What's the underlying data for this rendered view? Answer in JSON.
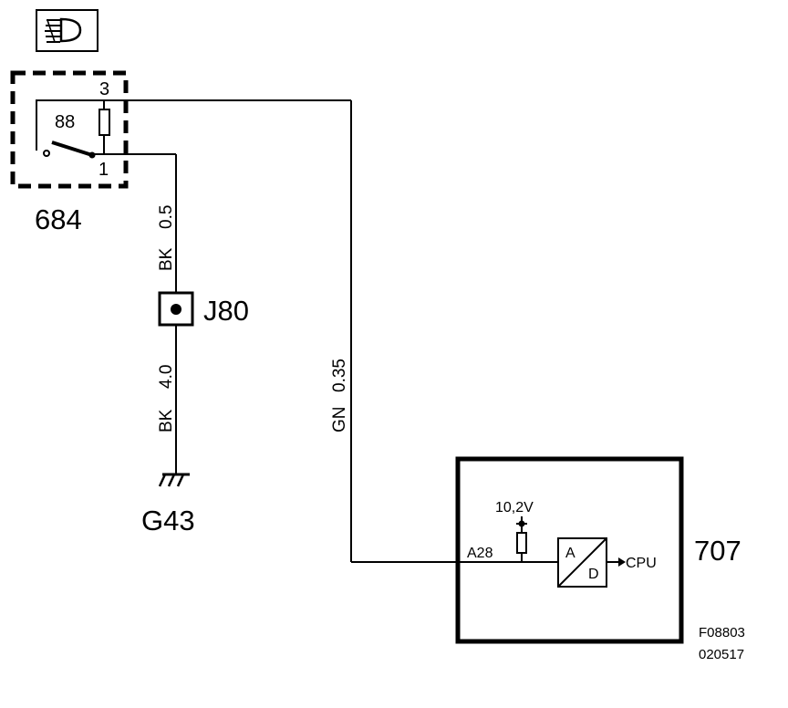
{
  "components": {
    "switch": {
      "id": "684",
      "pin_top": "3",
      "pin_bottom": "1",
      "relay": "88",
      "icon": "headlight-icon"
    },
    "junction": {
      "id": "J80"
    },
    "ground": {
      "id": "G43",
      "icon": "ground-icon"
    },
    "control_unit": {
      "id": "707",
      "pin": "A28",
      "reference_voltage": "10,2V",
      "adc_a": "A",
      "adc_d": "D",
      "output": "CPU"
    }
  },
  "wires": {
    "switch_to_junction": {
      "color": "BK",
      "size": "0.5"
    },
    "junction_to_ground": {
      "color": "BK",
      "size": "4.0"
    },
    "switch_to_ecu": {
      "color": "GN",
      "size": "0.35"
    }
  },
  "figure": {
    "code": "F08803",
    "date": "020517"
  }
}
